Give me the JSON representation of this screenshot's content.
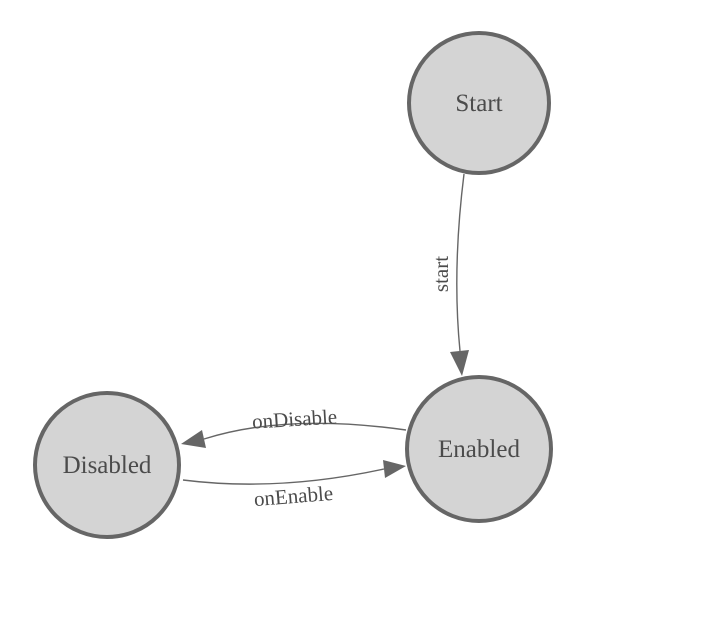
{
  "diagram": {
    "type": "state-machine-graph",
    "colors": {
      "background": "#ffffff",
      "node_fill": "#d4d4d4",
      "node_stroke": "#666666",
      "edge_color": "#666666",
      "label_color": "#4b4b4b"
    },
    "nodes": [
      {
        "label": "Start"
      },
      {
        "label": "Enabled"
      },
      {
        "label": "Disabled"
      }
    ],
    "edges": [
      {
        "label": "start",
        "from": "Start",
        "to": "Enabled"
      },
      {
        "label": "onDisable",
        "from": "Enabled",
        "to": "Disabled"
      },
      {
        "label": "onEnable",
        "from": "Disabled",
        "to": "Enabled"
      }
    ]
  }
}
